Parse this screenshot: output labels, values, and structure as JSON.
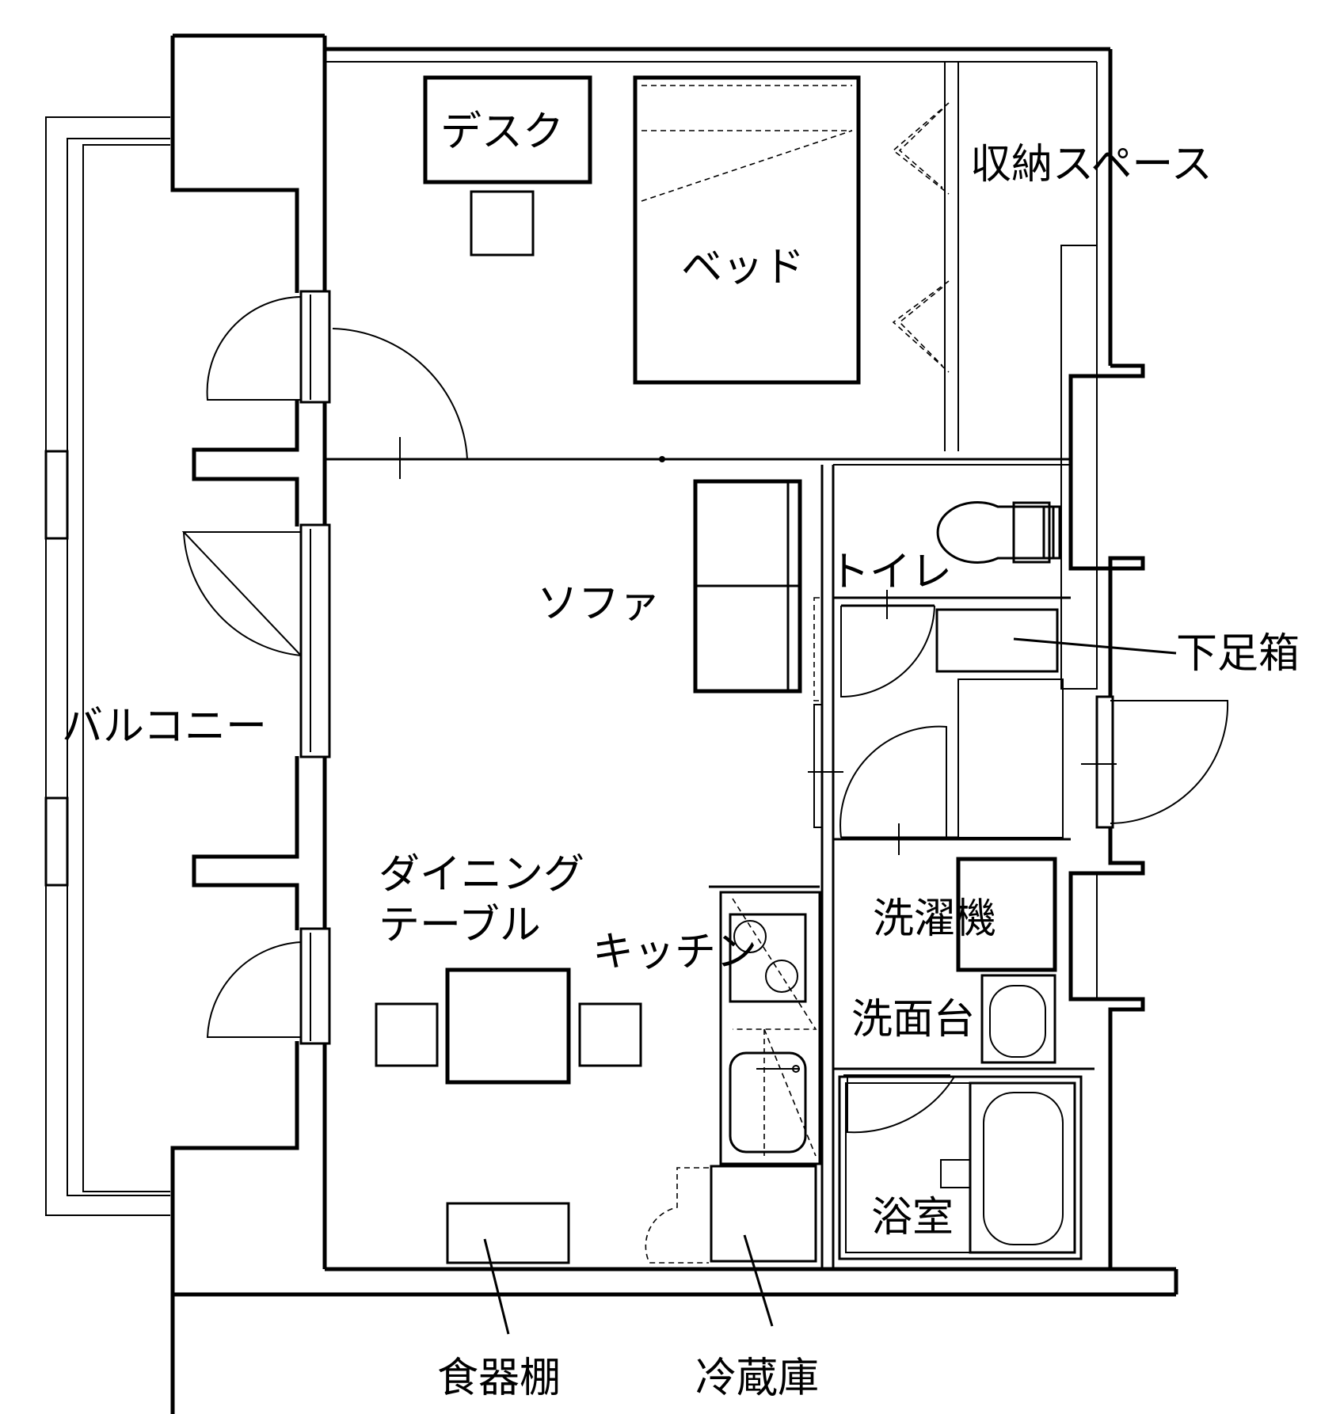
{
  "rooms": {
    "desk": "デスク",
    "bed": "ベッド",
    "storage": "収納スペース",
    "toilet": "トイレ",
    "sofa": "ソファ",
    "shoe_cabinet": "下足箱",
    "balcony": "バルコニー",
    "dining_line1": "ダイニング",
    "dining_line2": "テーブル",
    "kitchen": "キッチン",
    "washing_machine": "洗濯機",
    "washbasin": "洗面台",
    "bathroom": "浴室",
    "cupboard": "食器棚",
    "refrigerator": "冷蔵庫"
  }
}
